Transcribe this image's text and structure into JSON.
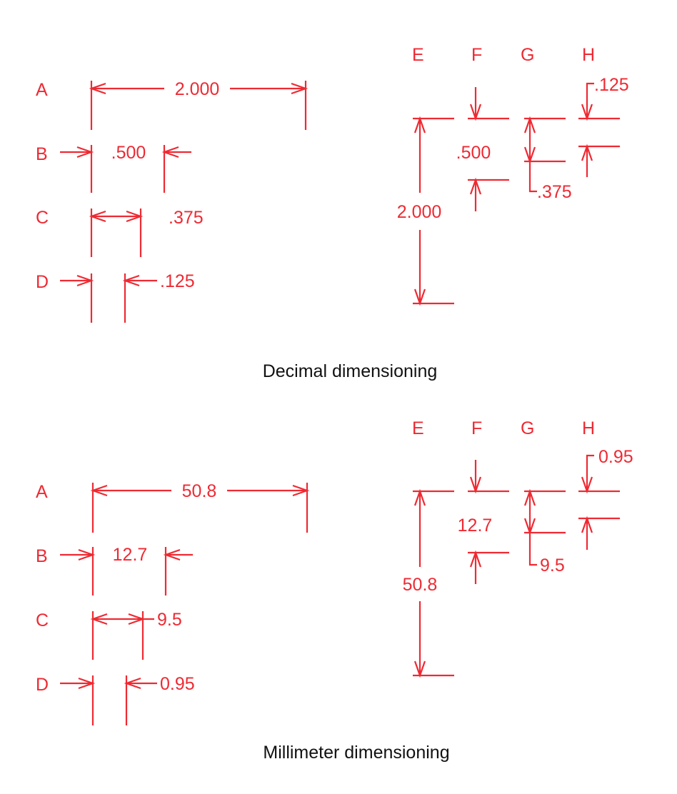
{
  "colors": {
    "dimension": "#ee2a33",
    "caption": "#111111"
  },
  "decimal": {
    "caption": "Decimal dimensioning",
    "left_labels": [
      "A",
      "B",
      "C",
      "D"
    ],
    "right_labels": [
      "E",
      "F",
      "G",
      "H"
    ],
    "dims": {
      "A": "2.000",
      "B": ".500",
      "C": ".375",
      "D": ".125",
      "E": "2.000",
      "F": ".500",
      "G": ".375",
      "H": ".125"
    }
  },
  "metric": {
    "caption": "Millimeter dimensioning",
    "left_labels": [
      "A",
      "B",
      "C",
      "D"
    ],
    "right_labels": [
      "E",
      "F",
      "G",
      "H"
    ],
    "dims": {
      "A": "50.8",
      "B": "12.7",
      "C": "9.5",
      "D": "0.95",
      "E": "50.8",
      "F": "12.7",
      "G": "9.5",
      "H": "0.95"
    }
  }
}
